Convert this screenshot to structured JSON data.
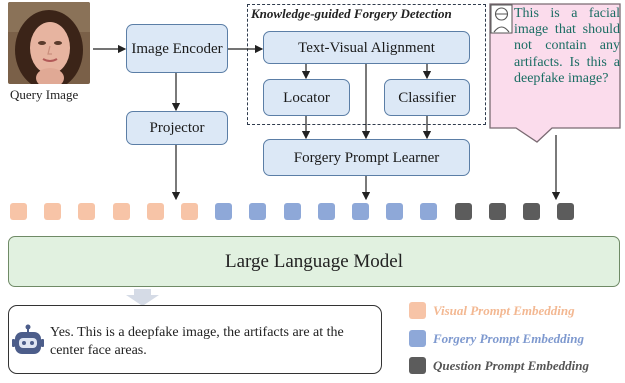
{
  "query_image": {
    "caption": "Query Image"
  },
  "blocks": {
    "image_encoder": "Image Encoder",
    "projector": "Projector",
    "text_visual_alignment": "Text-Visual Alignment",
    "locator": "Locator",
    "classifier": "Classifier",
    "forgery_prompt_learner": "Forgery Prompt Learner"
  },
  "knowledge_group_title": "Knowledge-guided Forgery Detection",
  "question": "This is a facial image that should not contain any artifacts. Is this a deepfake image?",
  "llm_label": "Large Language Model",
  "answer": "Yes. This is a deepfake image, the artifacts are at the center face areas.",
  "tokens": {
    "visual_count": 6,
    "forgery_count": 7,
    "question_count": 4
  },
  "legend": [
    {
      "label": "Visual Prompt Embedding",
      "color": "#f7c4a7"
    },
    {
      "label": "Forgery Prompt Embedding",
      "color": "#8ea8d8"
    },
    {
      "label": "Question Prompt Embedding",
      "color": "#5c5c5c"
    }
  ],
  "colors": {
    "visual": "#f7c4a7",
    "forgery": "#8ea8d8",
    "question": "#5c5c5c",
    "legend_visual_text": "#f3b892",
    "legend_forgery_text": "#7e99cf",
    "legend_question_text": "#555555"
  }
}
